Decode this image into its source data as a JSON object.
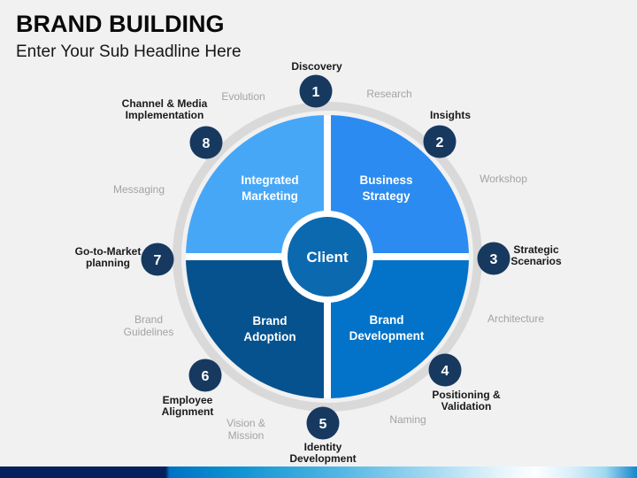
{
  "slide": {
    "title": "BRAND BUILDING",
    "subtitle": "Enter Your Sub Headline Here"
  },
  "wheel": {
    "center_label": "Client",
    "center_color": "#0b69b0",
    "ring_color": "#d9d9d9",
    "quadrants": {
      "top_left": {
        "label": "Integrated Marketing",
        "color": "#47a7f7"
      },
      "top_right": {
        "label": "Business Strategy",
        "color": "#2b8bf0"
      },
      "bottom_left": {
        "label": "Brand Adoption",
        "color": "#05528e"
      },
      "bottom_right": {
        "label": "Brand Development",
        "color": "#0273c8"
      }
    }
  },
  "steps": [
    {
      "number": "1",
      "label": "Discovery"
    },
    {
      "number": "2",
      "label": "Insights"
    },
    {
      "number": "3",
      "label": "Strategic Scenarios"
    },
    {
      "number": "4",
      "label": "Positioning & Validation"
    },
    {
      "number": "5",
      "label": "Identity Development"
    },
    {
      "number": "6",
      "label": "Employee Alignment"
    },
    {
      "number": "7",
      "label": "Go-to-Market planning"
    },
    {
      "number": "8",
      "label": "Channel & Media Implementation"
    }
  ],
  "phases": [
    "Research",
    "Workshop",
    "Architecture",
    "Naming",
    "Vision & Mission",
    "Brand Guidelines",
    "Messaging",
    "Evolution"
  ],
  "colors": {
    "background": "#f1f1f2",
    "step_dot": "#17395f",
    "step_label": "#1a1a1a",
    "phase_label": "#a3a3a3",
    "bar_navy": "#04215d",
    "bar_blue": "#0072c6"
  }
}
